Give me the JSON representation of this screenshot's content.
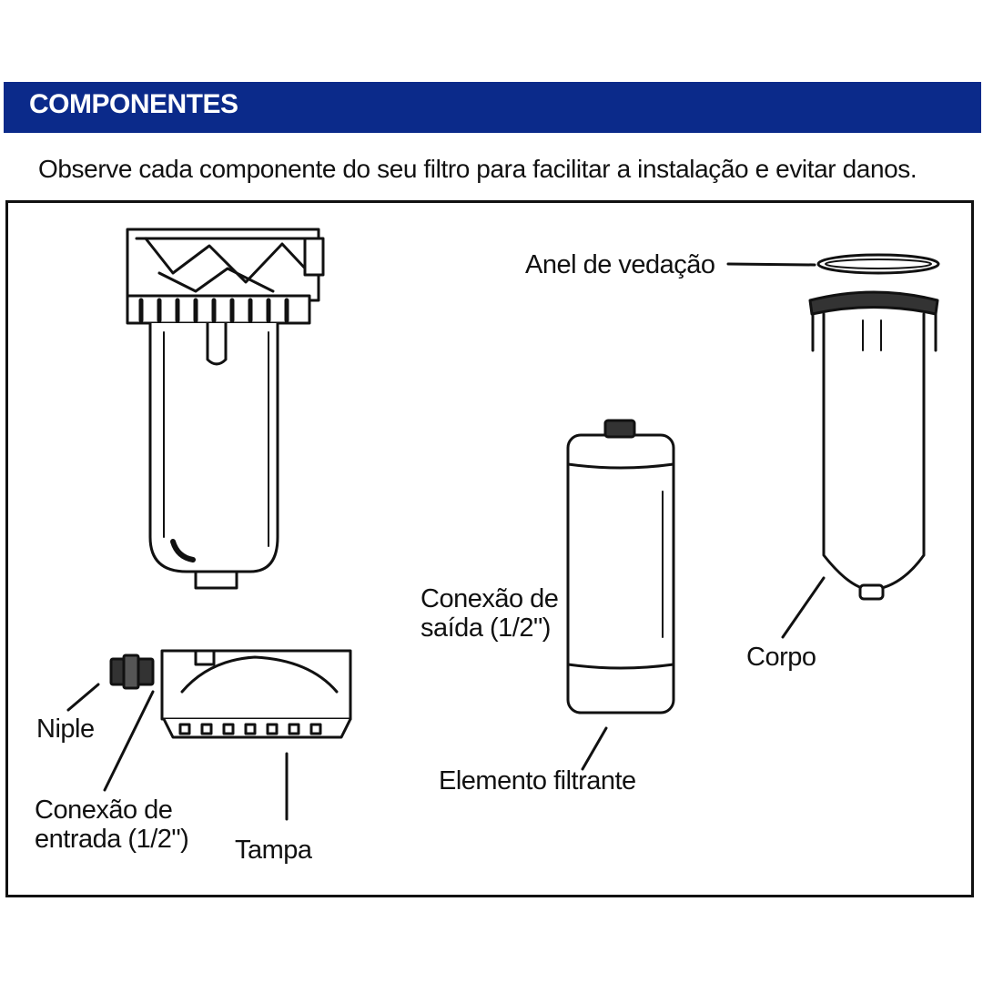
{
  "header": {
    "title": "COMPONENTES"
  },
  "intro": {
    "text": "Observe cada componente do seu filtro para facilitar a instalação e evitar danos."
  },
  "labels": {
    "anel": "Anel de vedação",
    "corpo": "Corpo",
    "saida_line1": "Conexão de",
    "saida_line2": "saída (1/2\")",
    "elemento": "Elemento filtrante",
    "niple": "Niple",
    "entrada_line1": "Conexão de",
    "entrada_line2": "entrada (1/2\")",
    "tampa": "Tampa"
  },
  "colors": {
    "header_bg": "#0b2a8a",
    "line": "#111111"
  }
}
